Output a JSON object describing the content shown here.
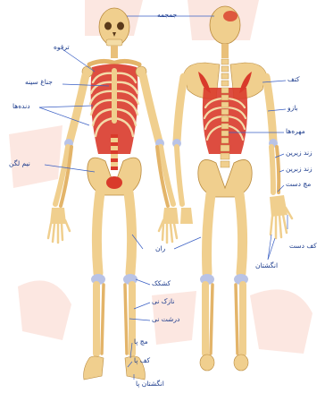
{
  "diagram": {
    "labels": {
      "skull": "جمجمه",
      "clavicle": "ترقوه",
      "sternum": "جناغ سینه",
      "ribs": "دنده‌ها",
      "pelvis": "نیم لگن",
      "femur": "ران",
      "patella": "کشکک",
      "fibula": "نازک نی",
      "tibia": "درشت نی",
      "ankle": "مچ پا",
      "sole": "کف پا",
      "toes": "انگشتان پا",
      "shoulder": "کتف",
      "humerus": "بازو",
      "vertebrae": "مهره‌ها",
      "ulna": "زند زیرین",
      "radius": "زند زبرین",
      "wrist": "مچ دست",
      "palm": "کف دست",
      "fingers": "انگشتان"
    },
    "colors": {
      "bone": "#f0cf8e",
      "bone_shade": "#d9a85a",
      "bone_outline": "#b98a3e",
      "muscle_red": "#d93a2b",
      "joint": "#b9c3e6",
      "label_blue": "#1a3a8c",
      "leader": "#3a5fc4",
      "watermark": "#f6b9a8"
    }
  }
}
